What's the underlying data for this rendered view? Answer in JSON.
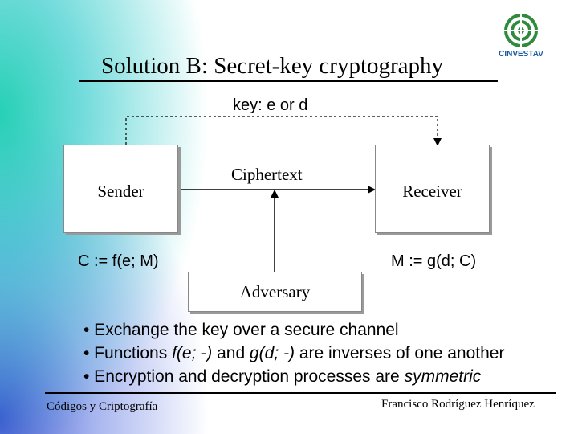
{
  "slide": {
    "title": "Solution B: Secret-key cryptography",
    "logo_text": "CINVESTAV"
  },
  "diagram": {
    "key_label": "key: e or d",
    "sender_label": "Sender",
    "receiver_label": "Receiver",
    "ciphertext_label": "Ciphertext",
    "adversary_label": "Adversary",
    "encryption_label": "C := f(e; M)",
    "decryption_label": "M := g(d; C)"
  },
  "bullets": {
    "b1": "• Exchange the key over a secure channel",
    "b2_pre": "• Functions ",
    "b2_f": "f(e; -)",
    "b2_mid": " and ",
    "b2_g": "g(d; -)",
    "b2_post": " are inverses of one another",
    "b3_pre": "• Encryption and decryption processes are ",
    "b3_em": "symmetric"
  },
  "footer": {
    "left": "Códigos y Criptografía",
    "right": "Francisco Rodríguez Henríquez"
  },
  "colors": {
    "logo_green": "#2e8b3c",
    "logo_blue": "#1a5aa0",
    "gradient_teal": "#00c8aa",
    "gradient_blue": "#1e3cc8"
  }
}
